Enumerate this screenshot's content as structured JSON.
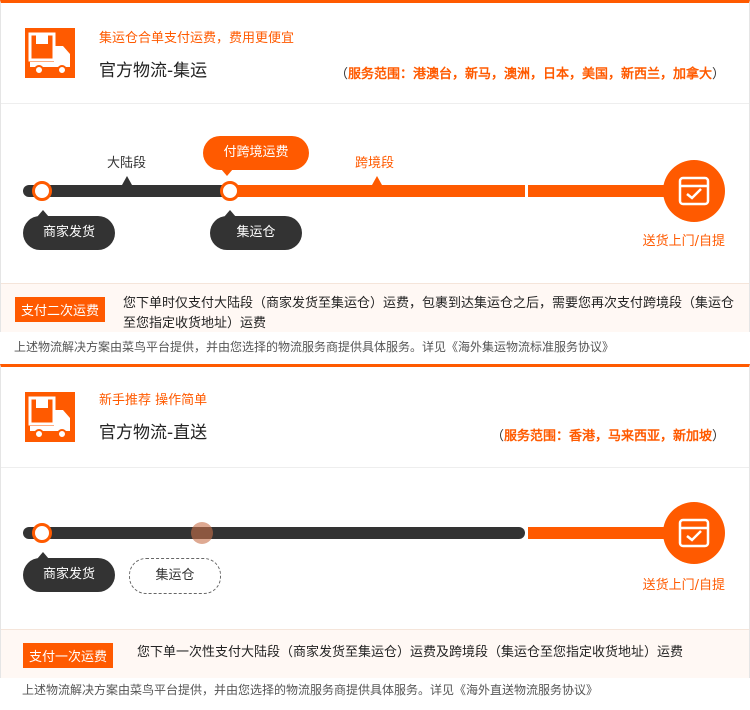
{
  "section1": {
    "tagline": "集运仓合单支付运费，费用更便宜",
    "title": "官方物流-集运",
    "scope_open": "（",
    "scope": "服务范围：港澳台，新马，澳洲，日本，美国，新西兰，加拿大",
    "scope_close": "）",
    "label_mainland": "大陆段",
    "label_pay_cross": "付跨境运费",
    "label_cross": "跨境段",
    "node_seller": "商家发货",
    "node_warehouse": "集运仓",
    "deliver": "送货上门/自提",
    "fee_badge": "支付二次运费",
    "fee_text": "您下单时仅支付大陆段（商家发货至集运仓）运费，包裹到达集运仓之后，需要您再次支付跨境段（集运仓至您指定收货地址）运费",
    "footnote": "上述物流解决方案由菜鸟平台提供，并由您选择的物流服务商提供具体服务。详见《海外集运物流标准服务协议》"
  },
  "section2": {
    "tagline": "新手推荐 操作简单",
    "title": "官方物流-直送",
    "scope_open": "（",
    "scope": "服务范围：香港，马来西亚，新加坡",
    "scope_close": "）",
    "node_seller": "商家发货",
    "node_warehouse": "集运仓",
    "deliver": "送货上门/自提",
    "fee_badge": "支付一次运费",
    "fee_text": "您下单一次性支付大陆段（商家发货至集运仓）运费及跨境段（集运仓至您指定收货地址）运费",
    "footnote": "上述物流解决方案由菜鸟平台提供，并由您选择的物流服务商提供具体服务。详见《海外直送物流服务协议》"
  },
  "colors": {
    "accent": "#ff5a00",
    "dark": "#333333"
  },
  "icons": {
    "logo": "delivery-truck-icon",
    "deliver": "delivery-box-icon"
  }
}
